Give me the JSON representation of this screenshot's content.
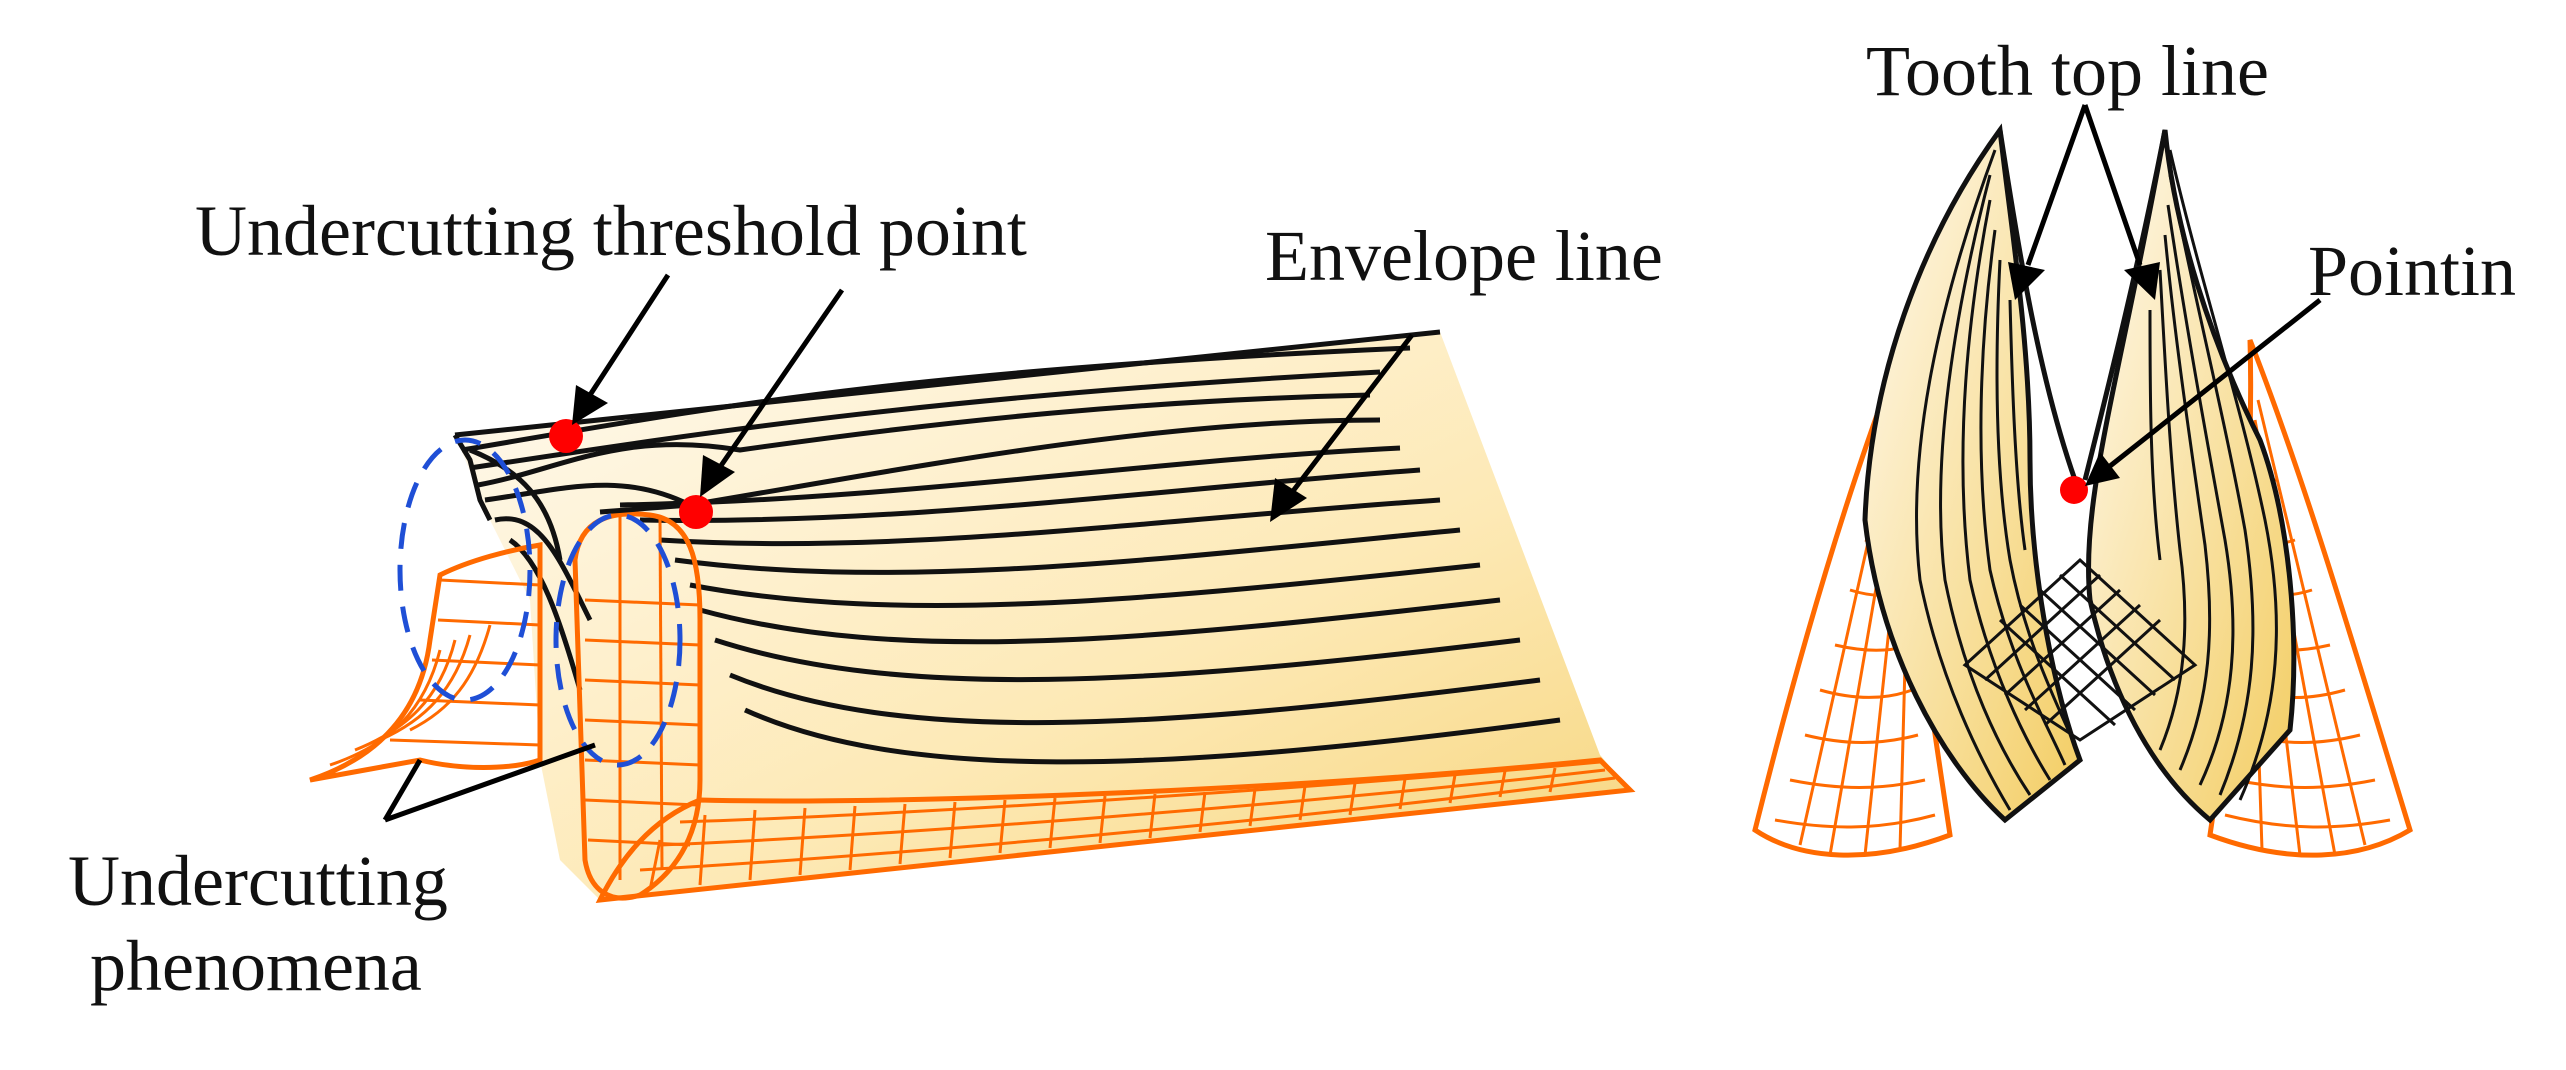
{
  "labels": {
    "undercutting_threshold_point": "Undercutting threshold point",
    "envelope_line": "Envelope line",
    "undercutting_phenomena_1": "Undercutting",
    "undercutting_phenomena_2": "phenomena",
    "tooth_top_line": "Tooth top line",
    "pointin": "Pointin"
  },
  "colors": {
    "surface_light": "#fff7dc",
    "surface_dark": "#f5d77a",
    "envelope": "#111111",
    "mesh": "#ff6a00",
    "threshold_marker": "#ff0000",
    "dashed_ellipse": "#1f4fd6"
  }
}
